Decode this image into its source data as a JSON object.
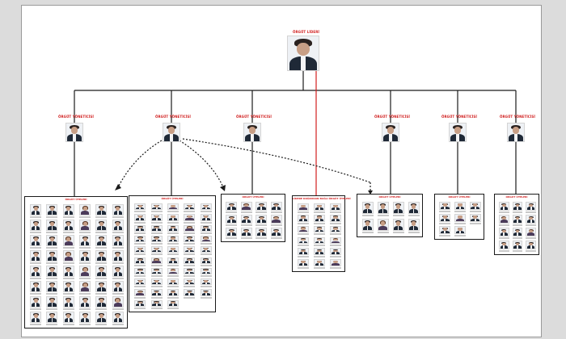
{
  "colors": {
    "leader_line": "#d11f1f",
    "lines": "#1a1a1a",
    "label": "#d11f1f",
    "frame_bg": "#ffffff",
    "outer_bg": "#dcdcdc"
  },
  "top": {
    "label": "ÖRGÜT LİDERİ"
  },
  "managers": [
    {
      "label": "ÖRGÜT YÖNETİCİSİ"
    },
    {
      "label": "ÖRGÜT YÖNETİCİSİ"
    },
    {
      "label": "ÖRGÜT YÖNETİCİSİ"
    },
    {
      "label": "ÖRGÜT YÖNETİCİSİ"
    },
    {
      "label": "ÖRGÜT YÖNETİCİSİ"
    },
    {
      "label": "ÖRGÜT YÖNETİCİSİ"
    }
  ],
  "groups": [
    {
      "label": "ÖRGÜT ÜYELERİ",
      "members": 48
    },
    {
      "label": "ÖRGÜT ÜYELERİ",
      "members": 48
    },
    {
      "label": "ÖRGÜT ÜYELERİ",
      "members": 12
    },
    {
      "label": "LİDERE DOĞRUDAN BAĞLI ÖRGÜT ÜYELERİ",
      "members": 18
    },
    {
      "label": "ÖRGÜT ÜYELERİ",
      "members": 8
    },
    {
      "label": "ÖRGÜT ÜYELERİ",
      "members": 8
    },
    {
      "label": "ÖRGÜT ÜYELERİ",
      "members": 12
    }
  ]
}
